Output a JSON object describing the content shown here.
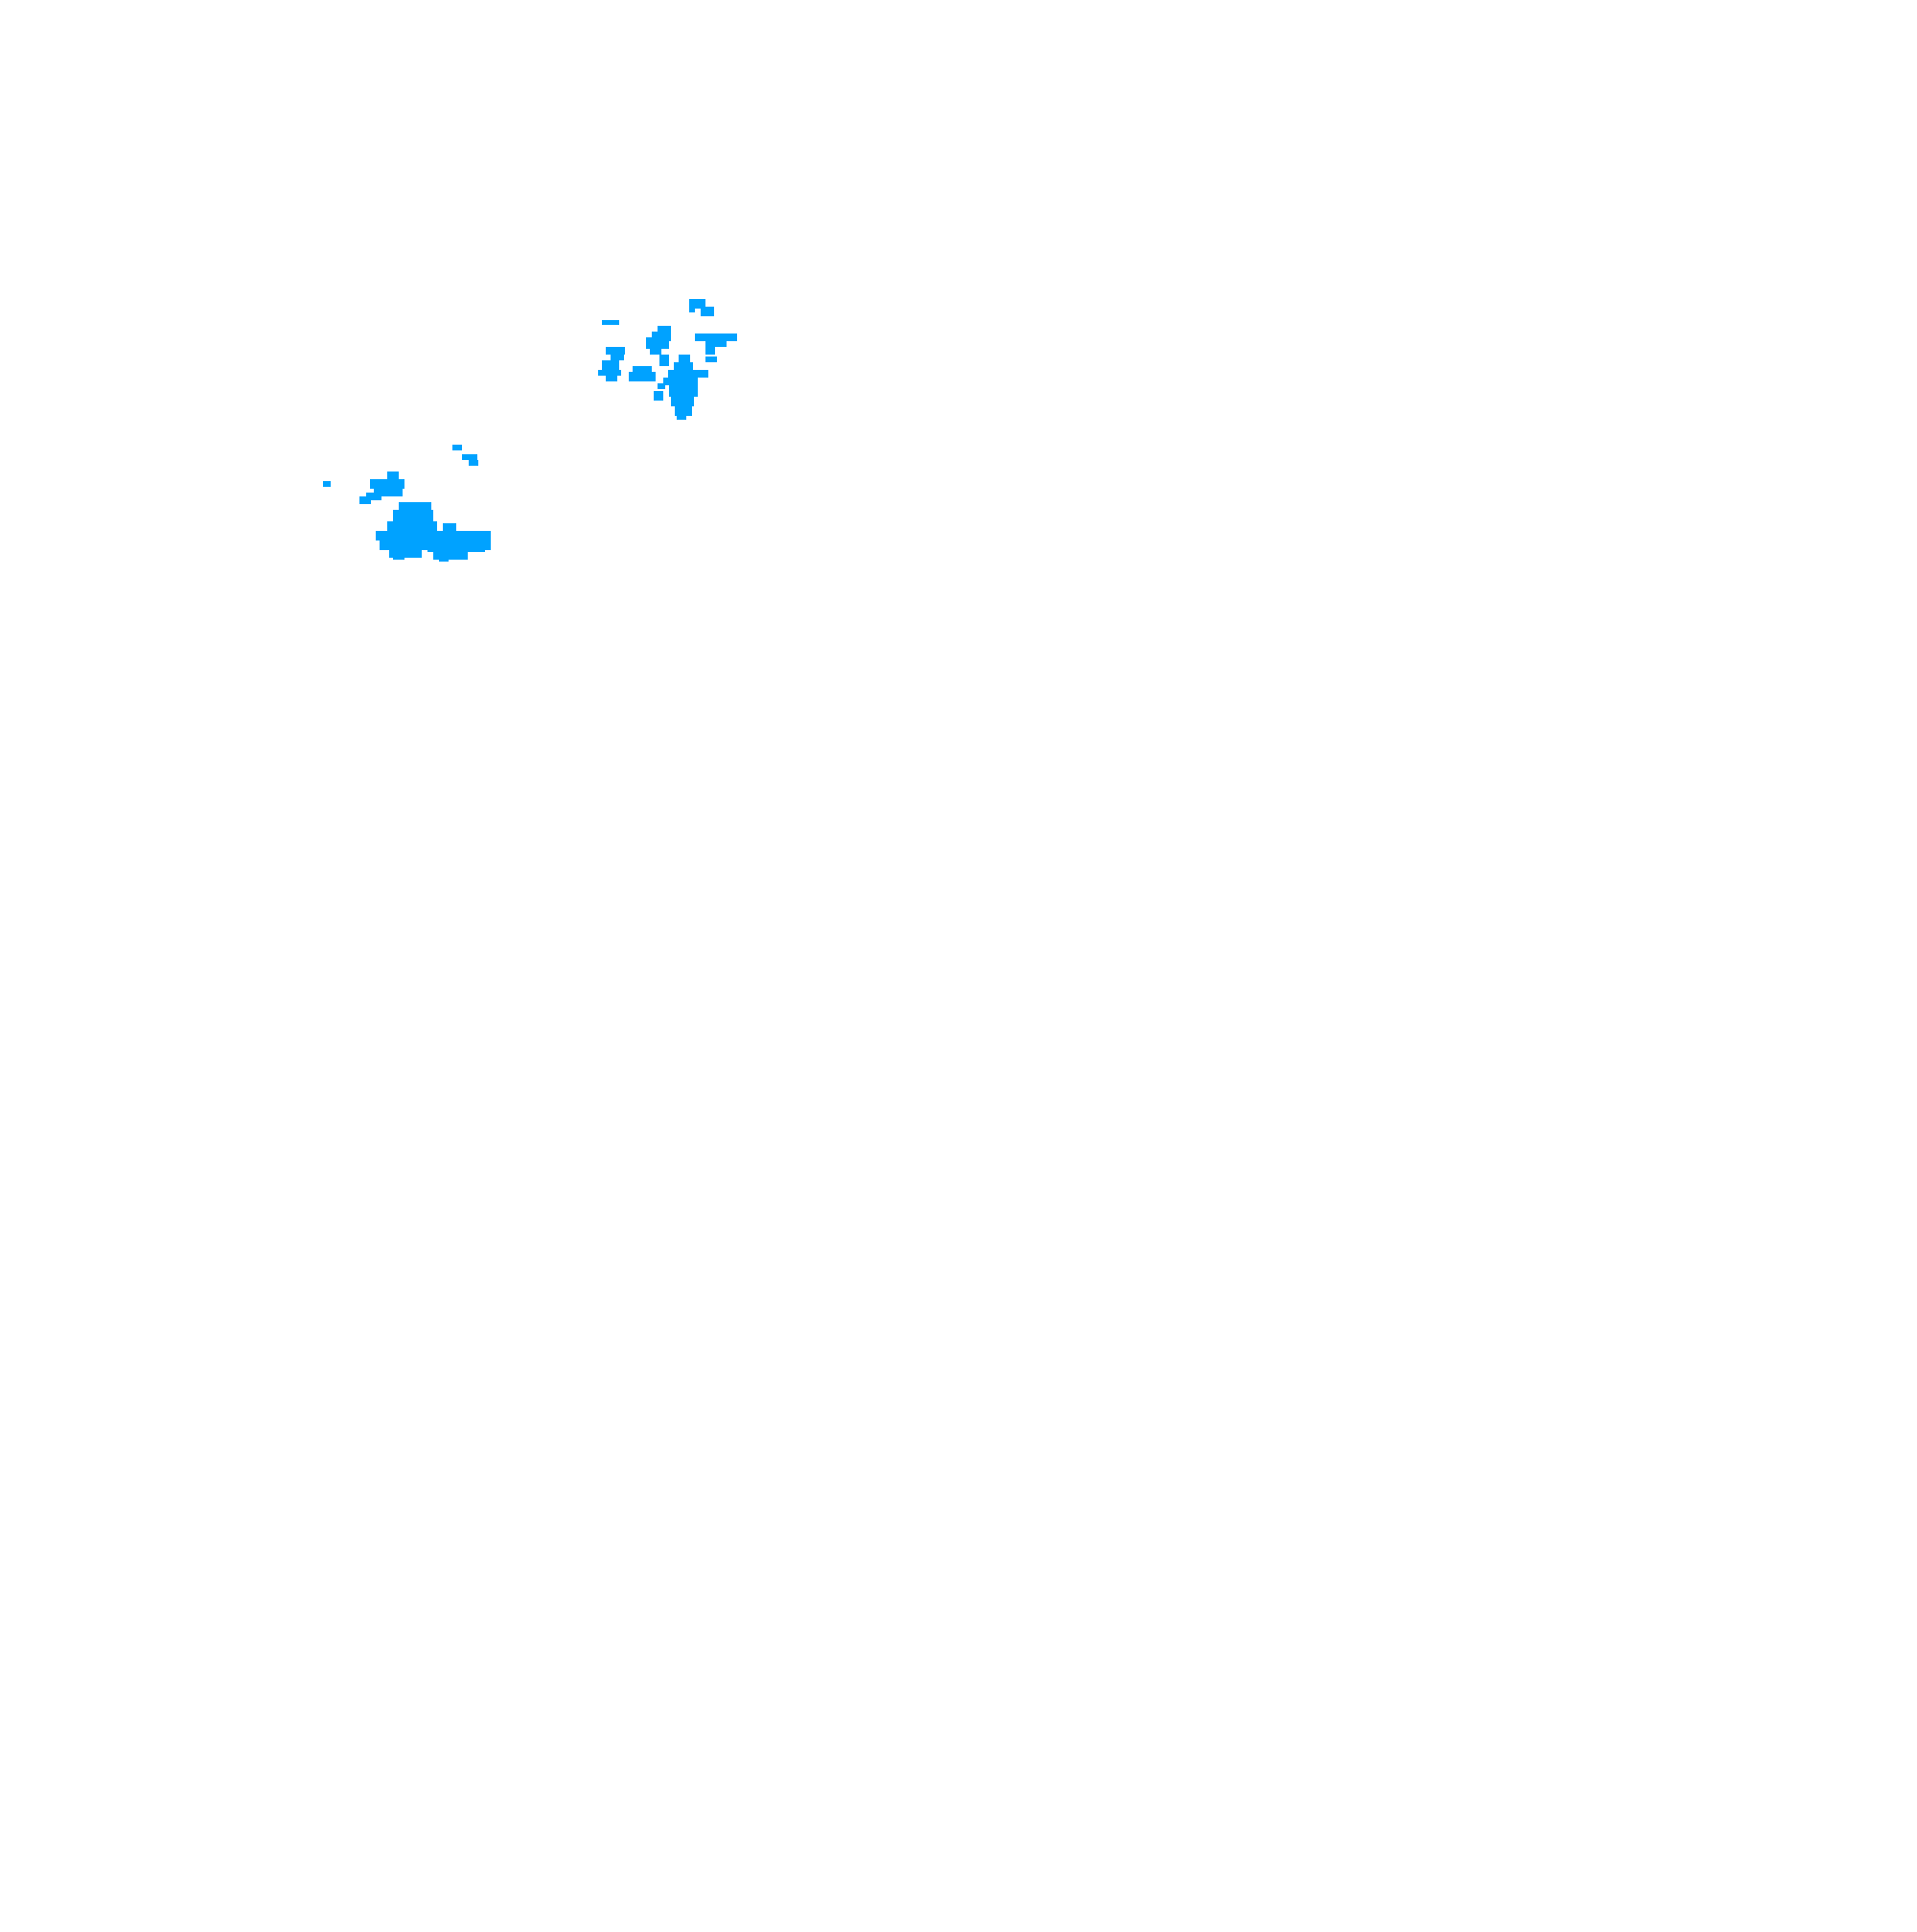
{
  "map": {
    "background": "#ffffff",
    "fill_color": "#00a2ff",
    "layer": "raster-tile-overlay",
    "features": [
      {
        "name": "cluster-north-east"
      },
      {
        "name": "cluster-south-west"
      }
    ]
  }
}
